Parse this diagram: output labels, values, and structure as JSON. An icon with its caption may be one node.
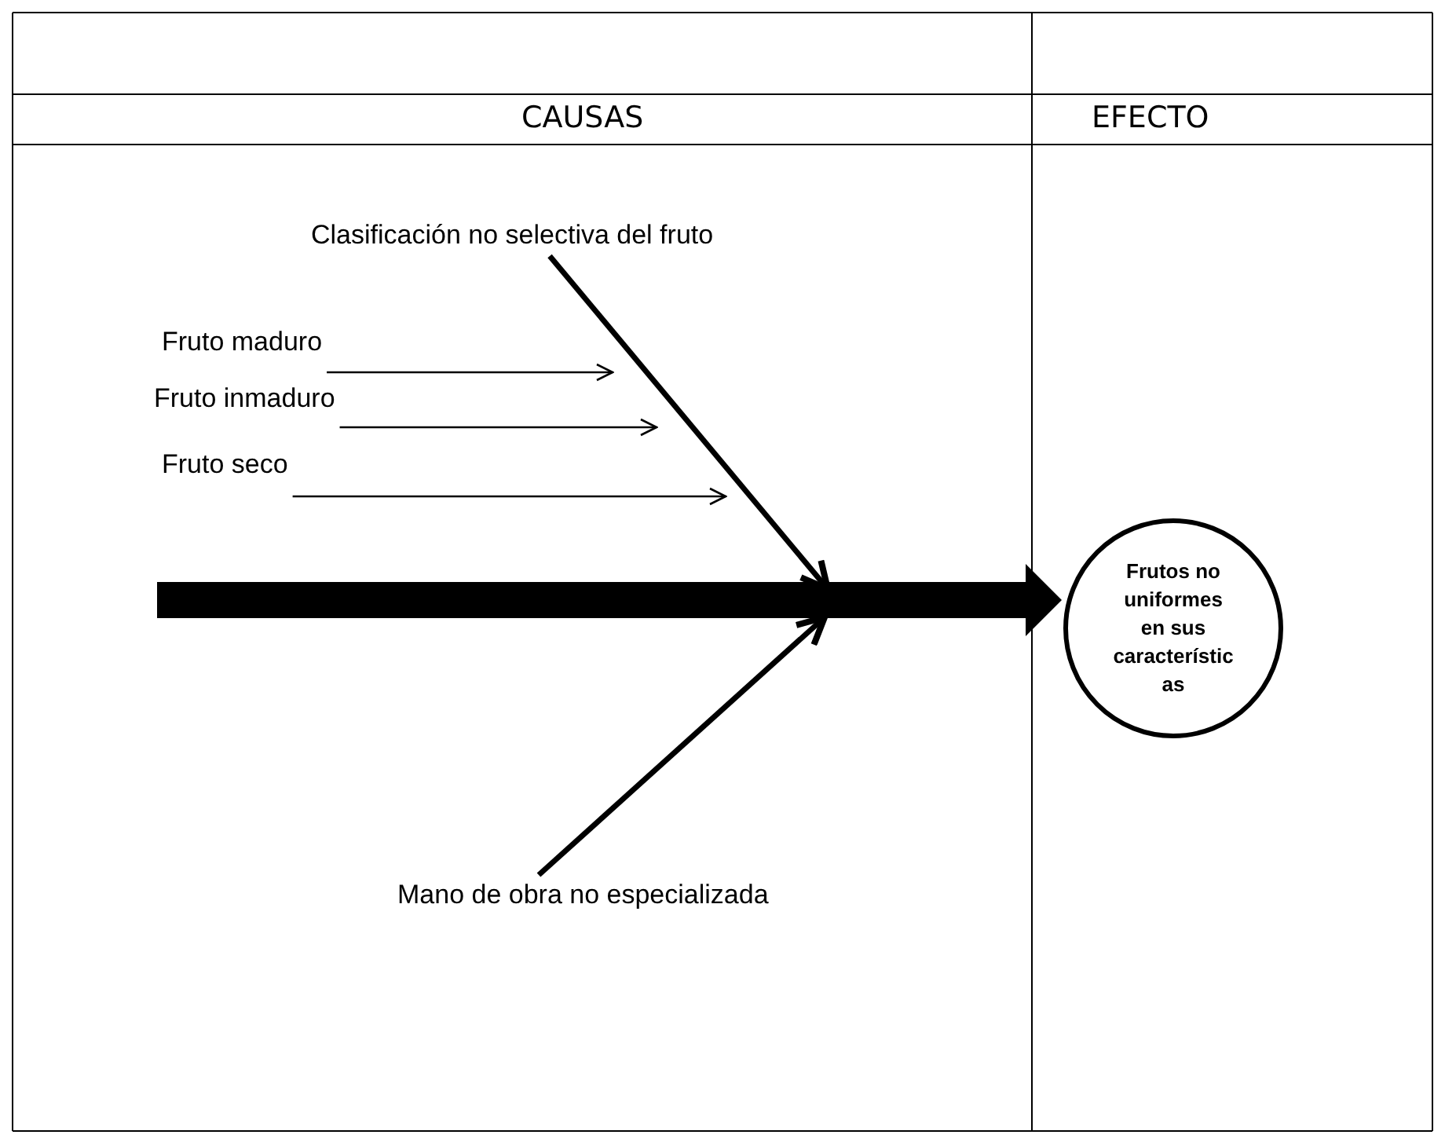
{
  "diagram": {
    "nodes": [
      {
        "text": [
          "Clasificación no selectiva del fruto"
        ]
      },
      {
        "text": [
          "Fruto maduro"
        ]
      },
      {
        "text": [
          "Fruto inmaduro"
        ]
      },
      {
        "text": [
          "Fruto seco"
        ]
      },
      {
        "text": [
          "Mano de obra no especializada"
        ]
      },
      {
        "text": [
          "Frutos no uniformes en sus características"
        ]
      }
    ],
    "edges": [
      {
        "from": 0,
        "to": null,
        "arrow": "to",
        "style": "thick"
      },
      {
        "from": 1,
        "to": null,
        "arrow": "to"
      },
      {
        "from": 2,
        "to": null,
        "arrow": "to"
      },
      {
        "from": 3,
        "to": null,
        "arrow": "to"
      },
      {
        "from": 4,
        "to": null,
        "arrow": "to",
        "style": "thick"
      },
      {
        "from": null,
        "to": 5,
        "arrow": "to",
        "style": "thick"
      }
    ],
    "labels": [
      "CAUSAS",
      "EFECTO"
    ]
  }
}
